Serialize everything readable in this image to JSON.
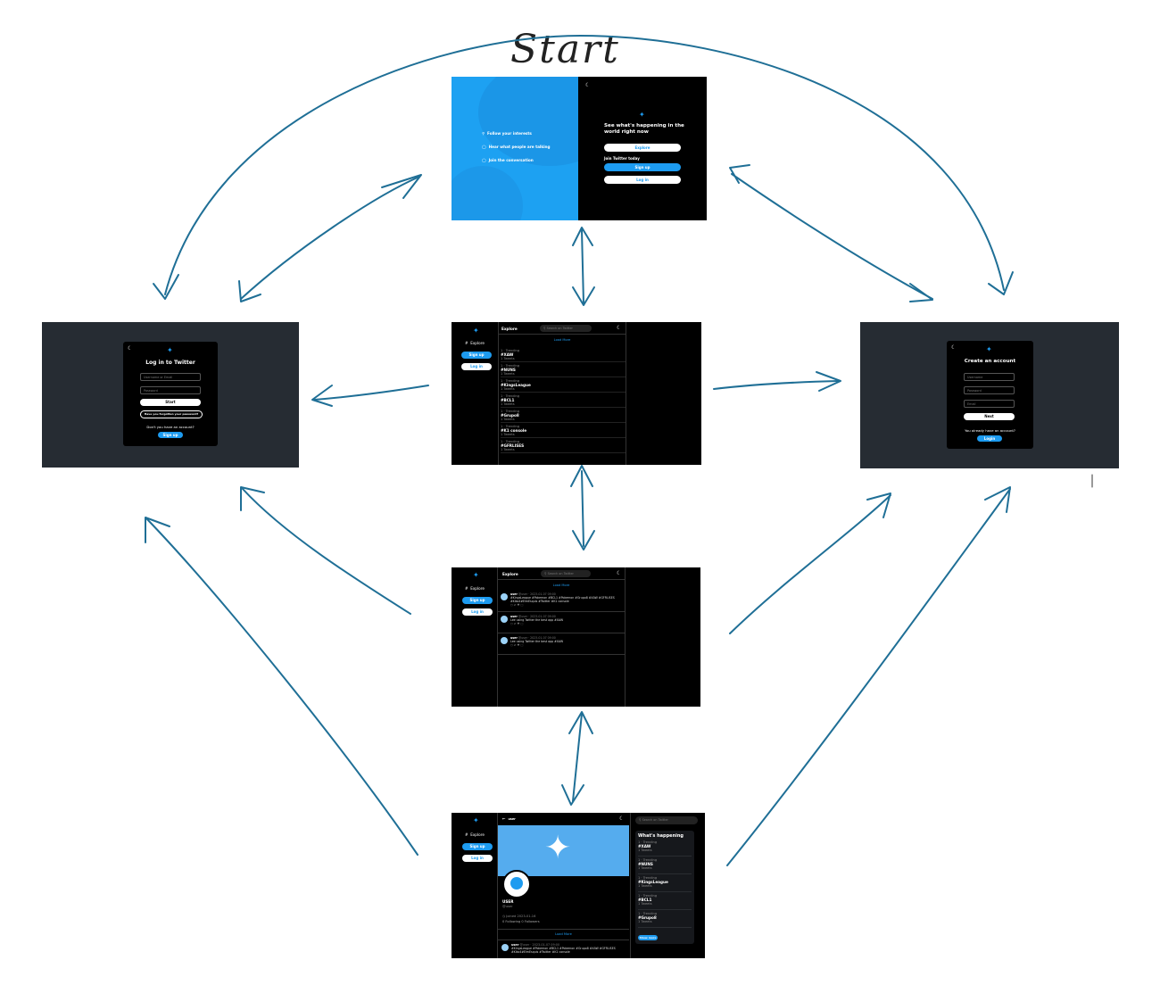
{
  "title": "Start",
  "colors": {
    "arrow": "#1f6f96",
    "accent": "#1d9bf0",
    "panel": "#262c33"
  },
  "start_screen": {
    "features": [
      "Follow your interests",
      "Hear what people are talking",
      "Join the conversation"
    ],
    "headline": "See what's happening in the world right now",
    "explore": "Explore",
    "join": "Join Twitter today",
    "signup": "Sign up",
    "login": "Log in"
  },
  "login_screen": {
    "title": "Log in to Twitter",
    "username_ph": "Username or Email",
    "password_ph": "Password",
    "start": "Start",
    "forgot": "Have you forgotten your password?",
    "no_account": "Don't you have an account?",
    "signup": "Sign up"
  },
  "create_screen": {
    "title": "Create an account",
    "username_ph": "Username",
    "password_ph": "Password",
    "email_ph": "Email",
    "next": "Next",
    "have_account": "You already have an account?",
    "login": "Login"
  },
  "explore_screen": {
    "header": "Explore",
    "search_ph": "Search on Twitter",
    "load_more": "Load More",
    "nav_explore": "Explore",
    "signup": "Sign up",
    "login": "Log in",
    "trend_label": "1 · Trending",
    "trend_count": "1 Tweets",
    "trends": [
      "#XAW",
      "#NUNS",
      "#KingsLeague",
      "#BCL1",
      "#Grupo8",
      "#K1 console",
      "#GFRLISES"
    ]
  },
  "tweets_screen": {
    "header": "Explore",
    "search_ph": "Search on Twitter",
    "load_more": "Load More",
    "nav_explore": "Explore",
    "signup": "Sign up",
    "login": "Log in",
    "tweets": [
      {
        "user": "user",
        "meta": "@user · 2023-01-07 09:00",
        "text": "#KingsLeague #Pokemon #BCL1 #Pokemon #Grupo8 #XAW #GFRLISES #Kiko4#ElmEsquis #Twitter #K1 console"
      },
      {
        "user": "user",
        "meta": "@user · 2023-01-07 09:00",
        "text": "Lee using Twitter the best app #XAW"
      },
      {
        "user": "user",
        "meta": "@user · 2023-01-07 09:00",
        "text": "Lee using Twitter the best app #XAW"
      }
    ]
  },
  "profile_screen": {
    "back_title": "user",
    "name": "USER",
    "handle": "@user",
    "joined": "Joined 2023-01-16",
    "follows": "0 Following  0 Followers",
    "load_more": "Load More",
    "search_ph": "Search on Twitter",
    "happening": "What's happening",
    "trends": [
      "#XAW",
      "#NUNS",
      "#KingsLeague",
      "#BCL1",
      "#Grupo8"
    ],
    "show_more": "Show more",
    "nav_explore": "Explore",
    "signup": "Sign up",
    "login": "Log in",
    "tweet_user": "user",
    "tweet_meta": "@user · 2023-01-07 09:00",
    "tweet_text": "#KingsLeague #Pokemon #BCL1 #Pokemon #Grupo8 #XAW #GFRLISES #Kiko4#ElmEsquis #Twitter #K1 console"
  }
}
